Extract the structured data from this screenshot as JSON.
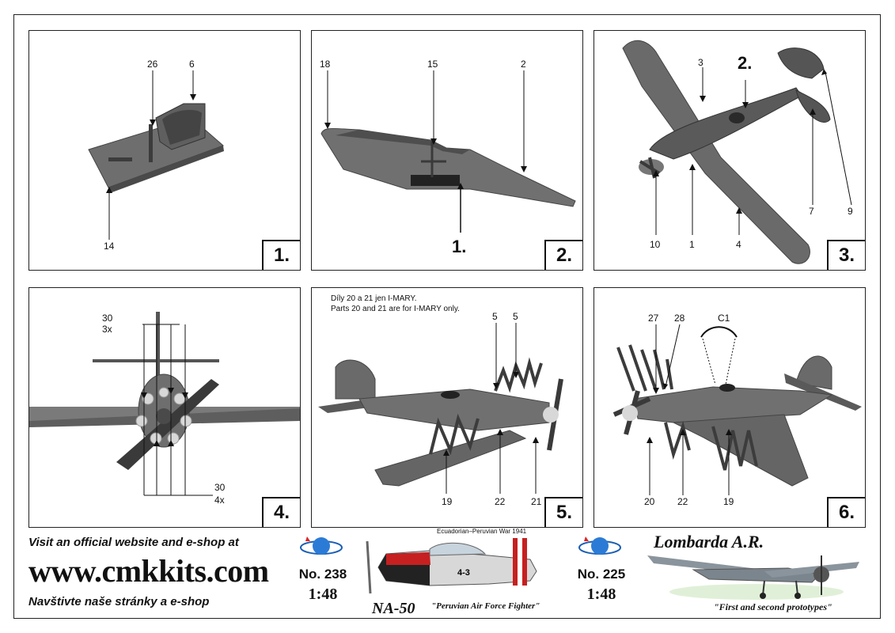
{
  "panels": [
    {
      "step": "1.",
      "labels": {
        "a": "26",
        "b": "6",
        "c": "14"
      }
    },
    {
      "step": "2.",
      "labels": {
        "a": "18",
        "b": "15",
        "c": "2"
      },
      "substep": "1."
    },
    {
      "step": "3.",
      "labels": {
        "a": "3",
        "b": "9",
        "c": "7",
        "d": "10",
        "e": "1",
        "f": "4"
      },
      "substep": "2."
    },
    {
      "step": "4.",
      "labels": {
        "a": "30",
        "b": "3x",
        "c": "30",
        "d": "4x"
      }
    },
    {
      "step": "5.",
      "labels": {
        "a": "5",
        "b": "5",
        "c": "19",
        "d": "22",
        "e": "21"
      },
      "note_cz": "Díly 20 a 21 jen I-MARY.",
      "note_en": "Parts 20 and 21 are for I-MARY only."
    },
    {
      "step": "6.",
      "labels": {
        "a": "27",
        "b": "28",
        "c": "C1",
        "d": "20",
        "e": "22",
        "f": "19"
      }
    }
  ],
  "footer": {
    "visit_en": "Visit an official website and e-shop at",
    "url": "www.cmkkits.com",
    "visit_cz": "Navštivte naše stránky a e-shop",
    "ad1": {
      "number": "No. 238",
      "scale": "1:48",
      "name": "NA-50",
      "subtitle": "\"Peruvian Air Force Fighter\"",
      "caption": "Ecuadorian–Peruvian War 1941",
      "code": "4-3"
    },
    "ad2": {
      "number": "No. 225",
      "scale": "1:48",
      "name": "Lombarda A.R.",
      "subtitle": "\"First  and second prototypes\""
    }
  }
}
